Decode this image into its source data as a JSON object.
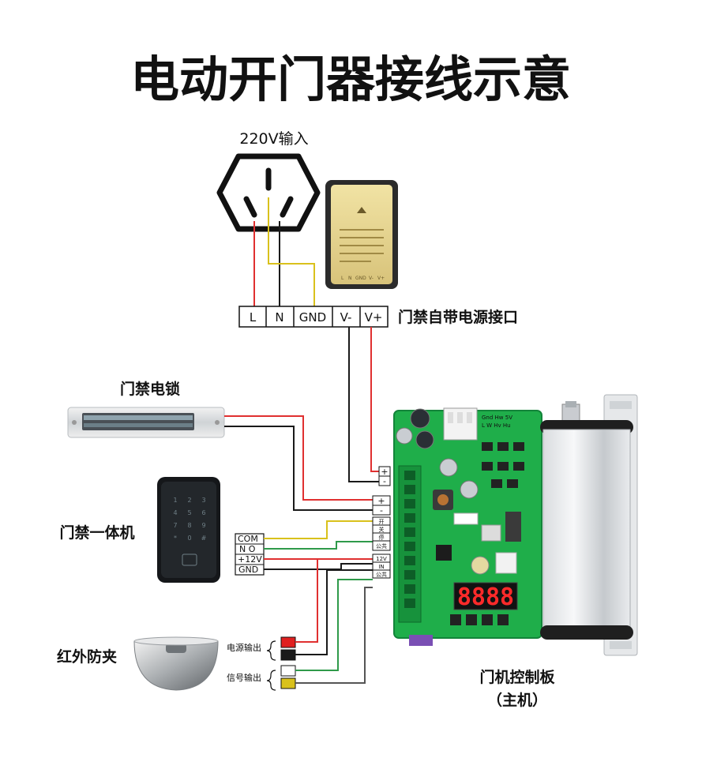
{
  "title": "电动开门器接线示意",
  "power_input_label": "220V输入",
  "power_terminals": [
    "L",
    "N",
    "GND",
    "V-",
    "V+"
  ],
  "power_interface_label": "门禁自带电源接口",
  "lock_label": "门禁电锁",
  "access_unit_label": "门禁一体机",
  "access_terminals": [
    "COM",
    "N O",
    "+12V",
    "GND"
  ],
  "ir_label": "红外防夹",
  "ir_power_label": "电源输出",
  "ir_signal_label": "信号输出",
  "board_label_line1": "门机控制板",
  "board_label_line2": "（主机）",
  "board_terminal_pm": [
    "+",
    "-"
  ],
  "board_terminal_lock": [
    "+",
    "-"
  ],
  "board_terminal_ctrl": [
    "开",
    "关",
    "停",
    "公共"
  ],
  "board_terminal_ir": [
    "12V",
    "IN",
    "公共"
  ],
  "board_top_marks": [
    "Gnd Hw 5V",
    "L W Hv Hu"
  ],
  "led_display": "8888",
  "keypad": [
    "1",
    "2",
    "3",
    "4",
    "5",
    "6",
    "7",
    "8",
    "9",
    "*",
    "0",
    "#"
  ],
  "psu_text": [
    "L",
    "N",
    "GND",
    "V-",
    "V+"
  ],
  "colors": {
    "wire_red": "#e03030",
    "wire_black": "#1a1a1a",
    "wire_yellow": "#d9c11c",
    "wire_green": "#2f9a4a",
    "wire_gray": "#555555",
    "pcb_green": "#1fae4a"
  }
}
